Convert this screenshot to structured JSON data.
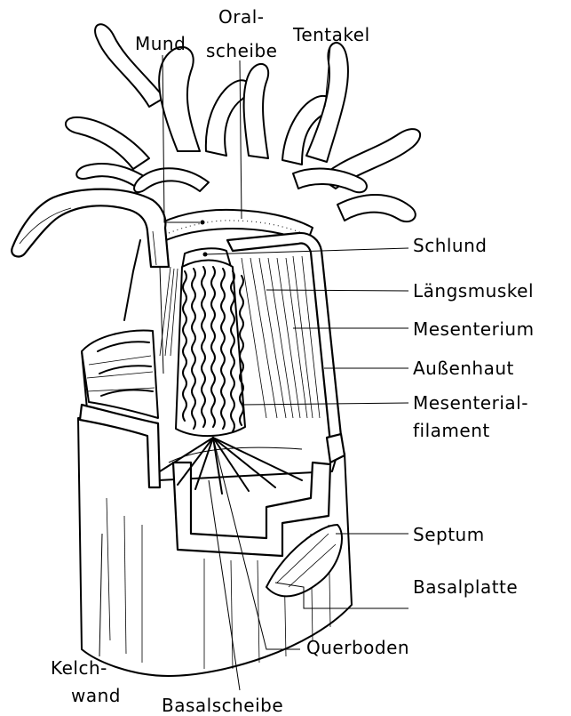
{
  "labels": {
    "mund": "Mund",
    "oral_line1": "Oral-",
    "oral_line2": "scheibe",
    "tentakel": "Tentakel",
    "schlund": "Schlund",
    "laengsmuskel": "Längsmuskel",
    "mesenterium": "Mesenterium",
    "aussenhaut": "Außenhaut",
    "mesenterial_line1": "Mesenterial-",
    "mesenterial_line2": "filament",
    "septum": "Septum",
    "basalplatte": "Basalplatte",
    "querboden": "Querboden",
    "kelch_line1": "Kelch-",
    "kelch_line2": "wand",
    "basalscheibe": "Basalscheibe"
  }
}
